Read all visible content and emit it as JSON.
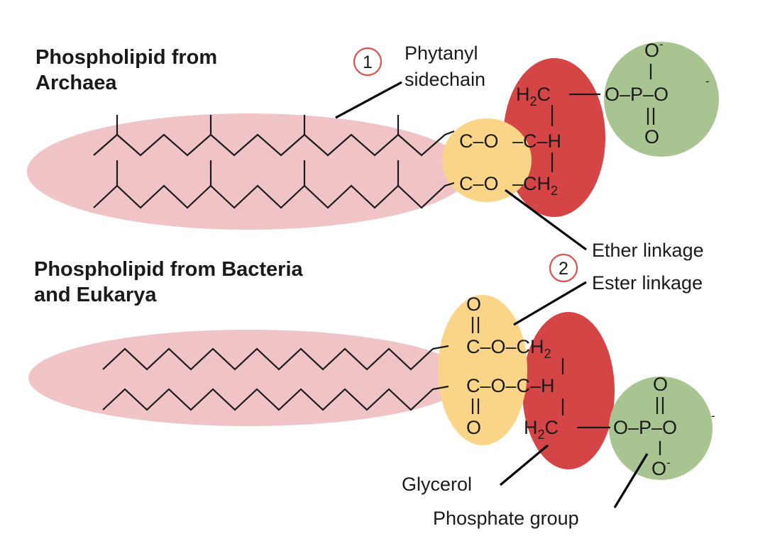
{
  "titles": {
    "archaea": [
      "Phospholipid from",
      "Archaea"
    ],
    "bacteria": [
      "Phospholipid from Bacteria",
      "and Eukarya"
    ]
  },
  "labels": {
    "phytanyl": [
      "Phytanyl",
      "sidechain"
    ],
    "ether": "Ether linkage",
    "ester": "Ester linkage",
    "glycerol": "Glycerol",
    "phosphate": "Phosphate group"
  },
  "markers": {
    "one": "1",
    "two": "2"
  },
  "chem": {
    "C": "C",
    "O": "O",
    "P": "P",
    "H": "H",
    "H2C_H": "H",
    "H2C_2": "2",
    "H2C_C": "C",
    "CH2_C": "C",
    "CH2_H": "H",
    "CH2_2": "2",
    "minus": "-",
    "c_o": "C–O",
    "o_p_o": "O–P–O",
    "o_m": "O–",
    "c_h": "C–H",
    "m_c": "–C",
    "m_ch2": "–CH",
    "c_m": "C–",
    "m_o_m": "–O–",
    "o_m_c": "O–C",
    "m_h": "–H",
    "o_p_o2": "O–P–O"
  },
  "colors": {
    "tail": "#f0c4c6",
    "glycerol_backbone": "#d64545",
    "linkage": "#fad587",
    "phosphate": "#a8c491",
    "marker_ring": "#d9534f"
  }
}
